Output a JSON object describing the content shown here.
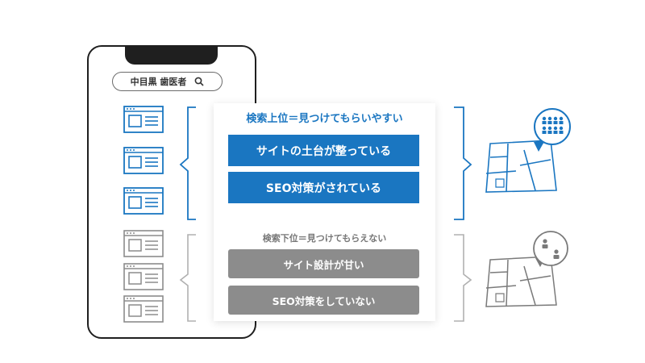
{
  "search": {
    "query": "中目黒 歯医者"
  },
  "top": {
    "heading": "検索上位＝見つけてもらいやすい",
    "pills": [
      "サイトの土台が整っている",
      "SEO対策がされている"
    ]
  },
  "bottom": {
    "heading": "検索下位＝見つけてもらえない",
    "pills": [
      "サイト設計が甘い",
      "SEO対策をしていない"
    ]
  },
  "colors": {
    "blue": "#1a76c1",
    "gray": "#8c8c8c",
    "light_gray": "#b0b0b0",
    "dark": "#1f1f1f"
  },
  "icons": [
    "search-icon",
    "website-icon",
    "map-icon",
    "location-pin-icon",
    "crowd-icon",
    "people-icon"
  ]
}
